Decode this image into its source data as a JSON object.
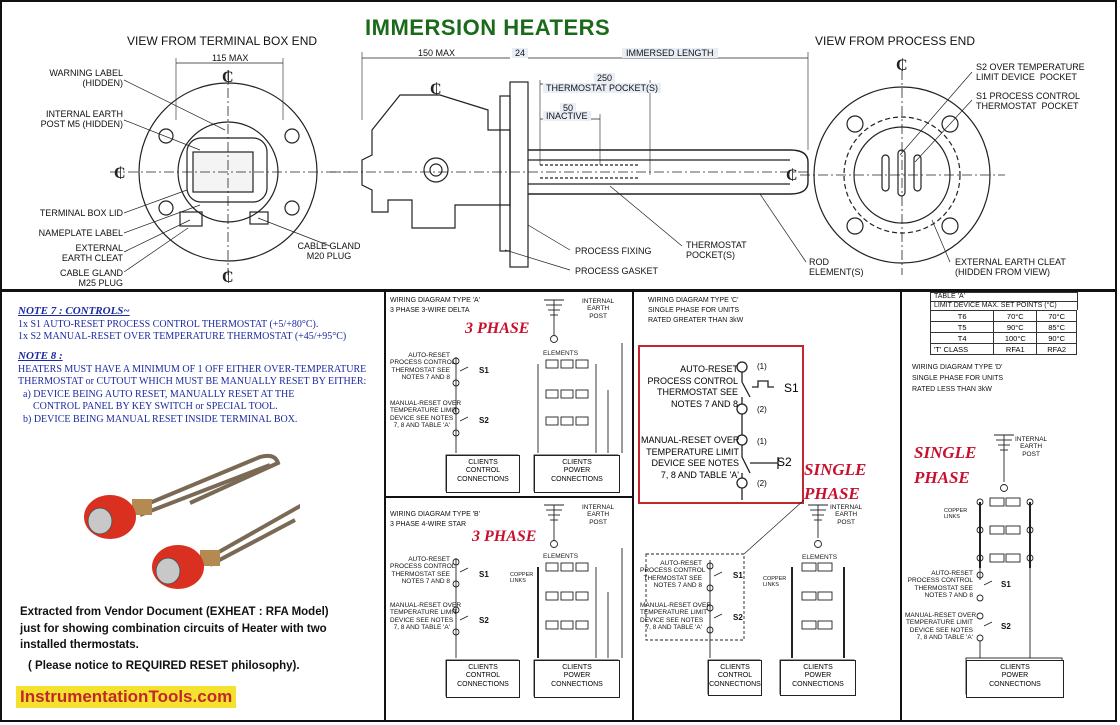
{
  "title": "IMMERSION HEATERS",
  "views": {
    "terminal_end": "VIEW FROM TERMINAL BOX END",
    "process_end": "VIEW FROM PROCESS END"
  },
  "dims": {
    "d115": "115 MAX",
    "d150": "150 MAX",
    "d24": "24",
    "immersed": "IMMERSED LENGTH",
    "d250": "250",
    "thermo": "THERMOSTAT POCKET(S)",
    "d50": "50",
    "inactive": "INACTIVE"
  },
  "left_labels": {
    "warning": "WARNING LABEL\n(HIDDEN)",
    "earth": "INTERNAL EARTH\nPOST M5 (HIDDEN)",
    "lid": "TERMINAL BOX LID",
    "nameplate": "NAMEPLATE LABEL",
    "ext_cleat": "EXTERNAL\nEARTH CLEAT",
    "gland25": "CABLE GLAND\nM25 PLUG",
    "gland20": "CABLE GLAND\nM20 PLUG"
  },
  "mid_labels": {
    "fixing": "PROCESS FIXING",
    "gasket": "PROCESS GASKET",
    "pocket": "THERMOSTAT\nPOCKET(S)",
    "rod": "ROD\nELEMENT(S)"
  },
  "right_labels": {
    "s2": "S2 OVER TEMPERATURE\nLIMIT DEVICE  POCKET",
    "s1": "S1 PROCESS CONTROL\nTHERMOSTAT  POCKET",
    "ext": "EXTERNAL EARTH CLEAT\n(HIDDEN FROM VIEW)"
  },
  "notes": {
    "n7_title": "NOTE 7 :  CONTROLS~",
    "n7_l1": "1x S1 AUTO-RESET PROCESS CONTROL THERMOSTAT (+5/+80°C).",
    "n7_l2": "1x S2 MANUAL-RESET OVER TEMPERATURE THERMOSTAT (+45/+95°C)",
    "n8_title": "NOTE 8 :",
    "n8_l1": "HEATERS MUST HAVE A MINIMUM OF 1 OFF EITHER OVER-TEMPERATURE",
    "n8_l2": "THERMOSTAT or CUTOUT WHICH MUST BE MANUALLY RESET BY EITHER:",
    "n8_l3": "  a) DEVICE BEING AUTO RESET, MANUALLY RESET AT THE",
    "n8_l4": "      CONTROL PANEL BY KEY SWITCH or SPECIAL TOOL.",
    "n8_l5": "  b) DEVICE BEING MANUAL RESET INSIDE TERMINAL BOX."
  },
  "vendor": {
    "l1": "Extracted from Vendor Document (EXHEAT : RFA Model)",
    "l2": "just for showing combination circuits of Heater with two",
    "l3": "installed thermostats.",
    "l4": "( Please notice to REQUIRED RESET philosophy).",
    "brand": "InstrumentationTools.com"
  },
  "wiring": {
    "a_title": "WIRING DIAGRAM TYPE 'A'",
    "a_sub": "3 PHASE 3-WIRE DELTA",
    "b_title": "WIRING DIAGRAM TYPE 'B'",
    "b_sub": "3 PHASE 4-WIRE STAR",
    "c_title": "WIRING DIAGRAM TYPE 'C'",
    "c_sub1": "SINGLE PHASE FOR UNITS",
    "c_sub2": "RATED GREATER THAN 3kW",
    "d_title": "WIRING DIAGRAM TYPE 'D'",
    "d_sub1": "SINGLE PHASE FOR UNITS",
    "d_sub2": "RATED LESS THAN 3kW",
    "three_phase": "3 PHASE",
    "single1": "SINGLE",
    "single2": "PHASE",
    "internal_earth": "INTERNAL\nEARTH\nPOST",
    "elements": "ELEMENTS",
    "copper": "COPPER\nLINKS",
    "auto_reset": "AUTO-RESET\nPROCESS CONTROL\nTHERMOSTAT SEE\nNOTES 7 AND 8",
    "manual_reset": "MANUAL-RESET OVER\nTEMPERATURE LIMIT\nDEVICE SEE NOTES\n7, 8 AND TABLE 'A'",
    "s1": "S1",
    "s2": "S2",
    "t1": "(1)",
    "t2": "(2)",
    "clients_control": "CLIENTS\nCONTROL\nCONNECTIONS",
    "clients_power": "CLIENTS\nPOWER\nCONNECTIONS",
    "big_auto": "AUTO-RESET\nPROCESS CONTROL\nTHERMOSTAT SEE\nNOTES 7 AND 8",
    "big_manual": "MANUAL-RESET OVER\nTEMPERATURE LIMIT\nDEVICE SEE NOTES\n7, 8 AND TABLE 'A'"
  },
  "table": {
    "caption": "TABLE 'A'",
    "header": "LIMIT DEVICE MAX. SET POINTS (°C)",
    "rows": [
      [
        "T6",
        "70°C",
        "70°C"
      ],
      [
        "T5",
        "90°C",
        "85°C"
      ],
      [
        "T4",
        "100°C",
        "90°C"
      ],
      [
        "'T' CLASS",
        "RFA1",
        "RFA2"
      ]
    ]
  },
  "colors": {
    "title_green": "#1b6a1b",
    "note_blue": "#1a2aa0",
    "accent_red": "#c8102e",
    "brand_yellow": "#f5e22f",
    "heater_red": "#d9301f"
  }
}
